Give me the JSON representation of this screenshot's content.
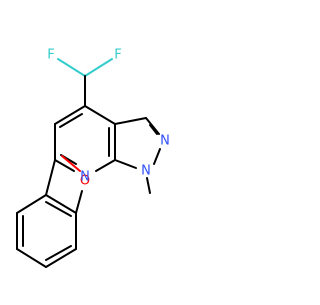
{
  "molecule": {
    "atom_labels": {
      "f1": "F",
      "f2": "F",
      "o": "O",
      "n_pyrazole": "N",
      "n_pyridine": "N",
      "n_methyl": "N"
    },
    "colors": {
      "bond": "#000000",
      "fluorine": "#33cccc",
      "oxygen": "#ff0000",
      "nitrogen": "#3050f8"
    }
  }
}
